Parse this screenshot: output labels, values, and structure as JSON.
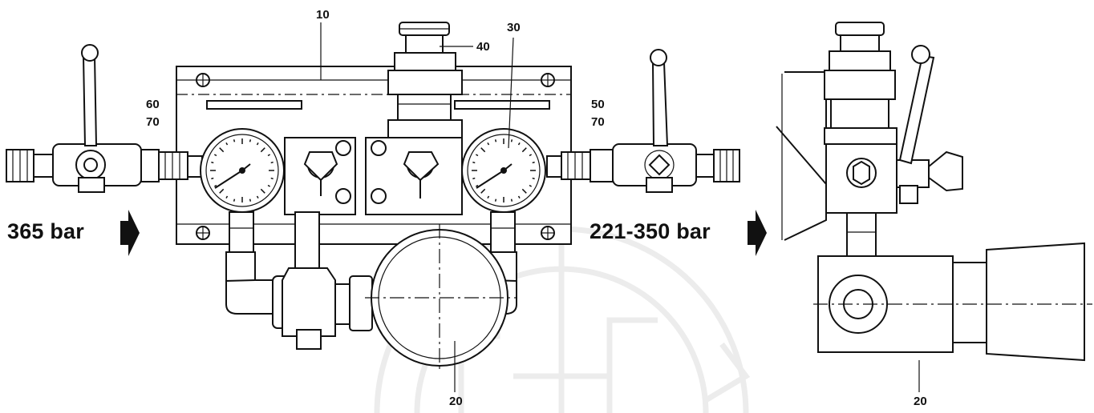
{
  "labels": {
    "l10": "10",
    "l40": "40",
    "l30": "30",
    "l60": "60",
    "l70_left": "70",
    "l50": "50",
    "l70_right": "70",
    "l20_front": "20",
    "l20_side": "20"
  },
  "pressures": {
    "inlet": "365 bar",
    "outlet": "221-350 bar"
  },
  "colors": {
    "line": "#111111",
    "watermark": "#ececec",
    "background": "#ffffff"
  }
}
